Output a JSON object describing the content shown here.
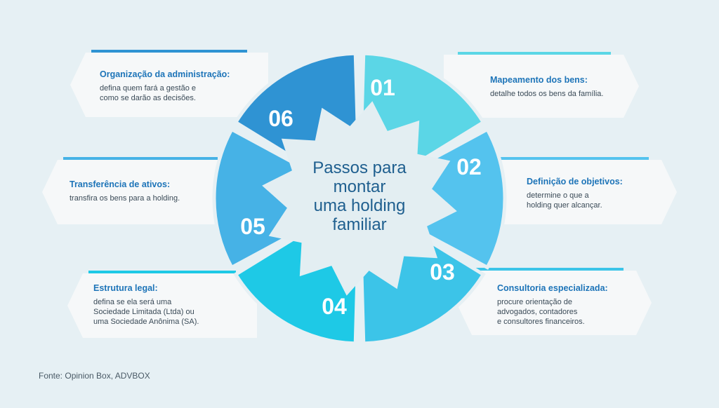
{
  "center": {
    "lines": [
      "Passos para",
      "montar",
      "uma holding",
      "familiar"
    ]
  },
  "steps": [
    {
      "number": "01",
      "title": "Mapeamento dos bens:",
      "desc": [
        "detalhe todos os bens da família."
      ],
      "color": "#5bd6e6"
    },
    {
      "number": "02",
      "title": "Definição de objetivos:",
      "desc": [
        "determine o que a",
        "holding quer alcançar."
      ],
      "color": "#54c3ee"
    },
    {
      "number": "03",
      "title": "Consultoria especializada:",
      "desc": [
        "procure orientação de",
        "advogados, contadores",
        "e consultores financeiros."
      ],
      "color": "#3cc4e8"
    },
    {
      "number": "04",
      "title": "Estrutura legal:",
      "desc": [
        "defina se ela será uma",
        "Sociedade Limitada (Ltda) ou",
        "uma Sociedade Anônima (SA)."
      ],
      "color": "#1ec9e6"
    },
    {
      "number": "05",
      "title": "Transferência de ativos:",
      "desc": [
        "transfira os bens para a holding."
      ],
      "color": "#46b2e6"
    },
    {
      "number": "06",
      "title": "Organização da administração:",
      "desc": [
        "defina quem fará a gestão e",
        "como se darão as decisões."
      ],
      "color": "#2f93d3"
    }
  ],
  "source": "Fonte: Opinion Box, ADVBOX"
}
